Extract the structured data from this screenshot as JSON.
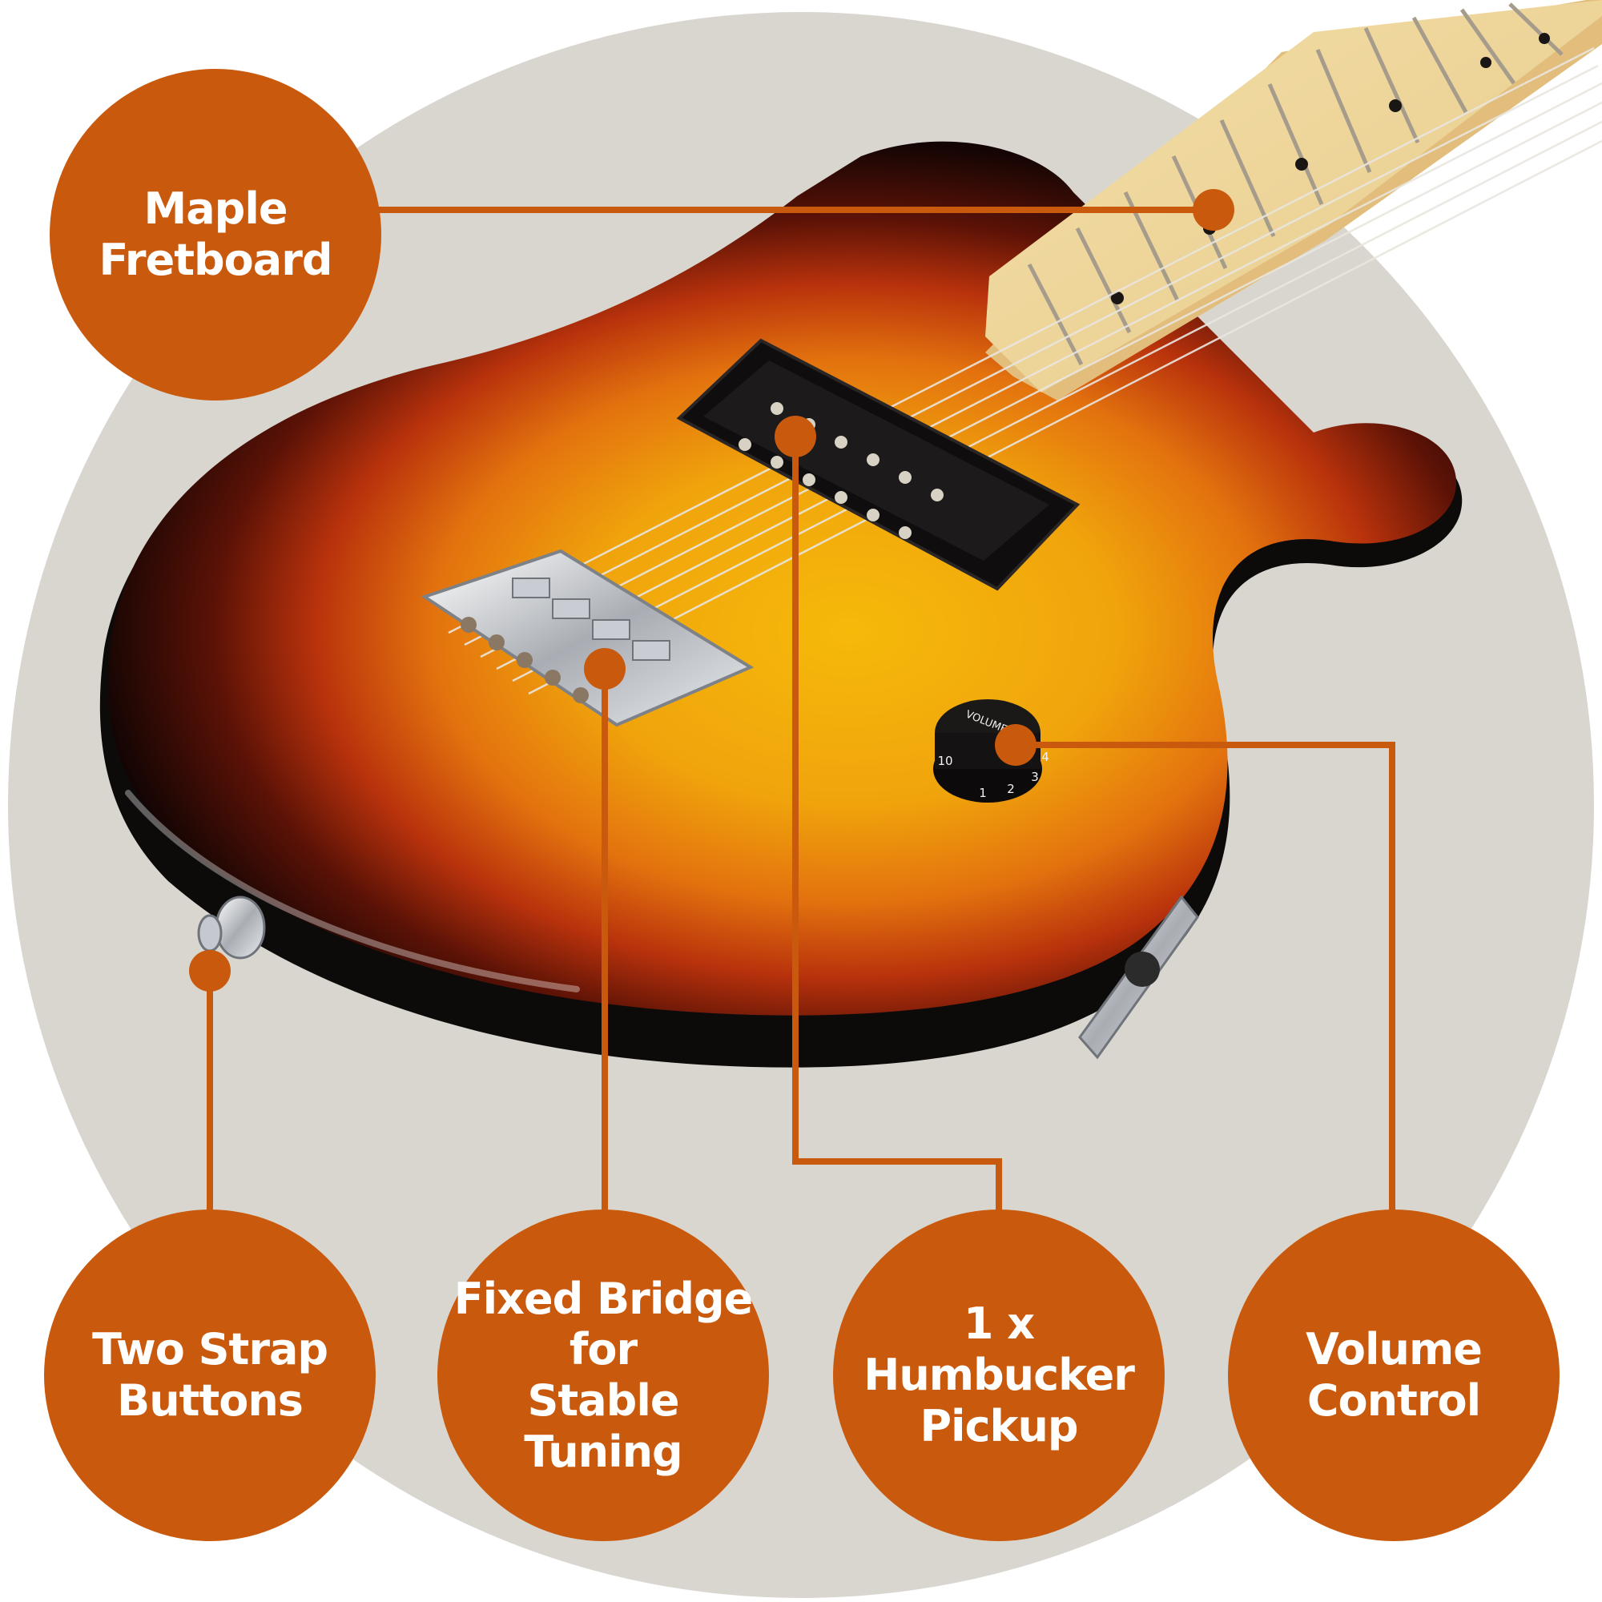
{
  "colors": {
    "accent": "#c9590c",
    "backdrop": "#d9d6cf",
    "background": "#ffffff"
  },
  "callouts": [
    {
      "id": "fretboard",
      "label": "Maple\nFretboard"
    },
    {
      "id": "strap",
      "label": "Two Strap\nButtons"
    },
    {
      "id": "bridge",
      "label": "Fixed Bridge for\nStable Tuning"
    },
    {
      "id": "pickup",
      "label": "1 x\nHumbucker\nPickup"
    },
    {
      "id": "volume",
      "label": "Volume\nControl"
    }
  ],
  "knob": {
    "label": "VOLUME",
    "numbers": [
      "10",
      "1",
      "2",
      "3",
      "4"
    ]
  }
}
